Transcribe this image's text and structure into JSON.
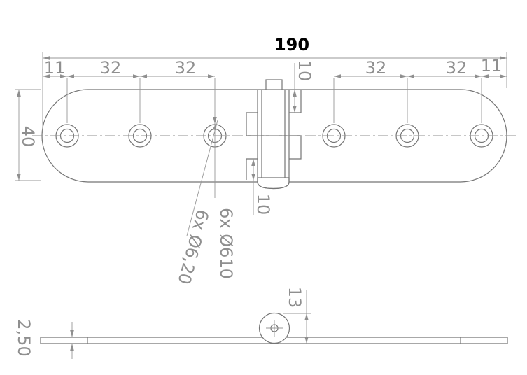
{
  "drawing": {
    "background": "#ffffff",
    "part_line_color": "#757575",
    "dimension_color": "#8f8f8f",
    "title_dimension_color": "#000000",
    "overall_length_label": "190",
    "top_view": {
      "segments_left": [
        "11",
        "32",
        "32"
      ],
      "segments_right": [
        "32",
        "32",
        "11"
      ],
      "height_label": "40",
      "knuckle_top_label": "10",
      "knuckle_bottom_label": "10",
      "countersink_callout": "6x Ø610",
      "bore_callout": "6x Ø6,20"
    },
    "side_view": {
      "barrel_height_label": "13",
      "thickness_label": "2,50"
    }
  }
}
